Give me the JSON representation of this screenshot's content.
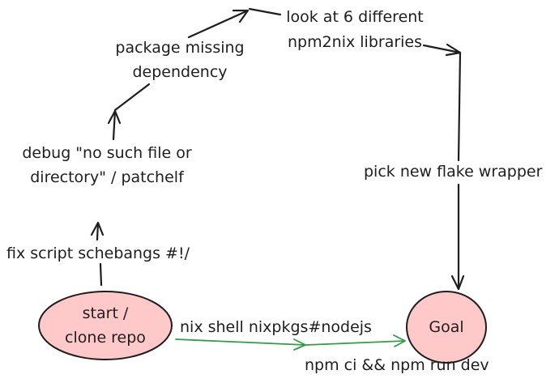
{
  "nodes": {
    "start": {
      "line1": "start /",
      "line2": "clone repo",
      "fill": "#ffc9c9",
      "stroke": "#1e1e1e"
    },
    "goal": {
      "label": "Goal",
      "fill": "#ffc9c9",
      "stroke": "#1e1e1e"
    }
  },
  "steps": {
    "fix_schebangs": "fix script schebangs #!/",
    "debug_line1": "debug \"no such file or",
    "debug_line2": "directory\" / patchelf",
    "package_line1": "package missing",
    "package_line2": "dependency",
    "look_line1": "look at 6 different",
    "look_line2": "npm2nix libraries",
    "pick_flake": "pick new flake wrapper"
  },
  "direct_path": {
    "upper_label": "nix shell nixpkgs#nodejs",
    "lower_label": "npm ci && npm run dev",
    "color": "#2f9e44"
  },
  "long_path_color": "#1e1e1e"
}
